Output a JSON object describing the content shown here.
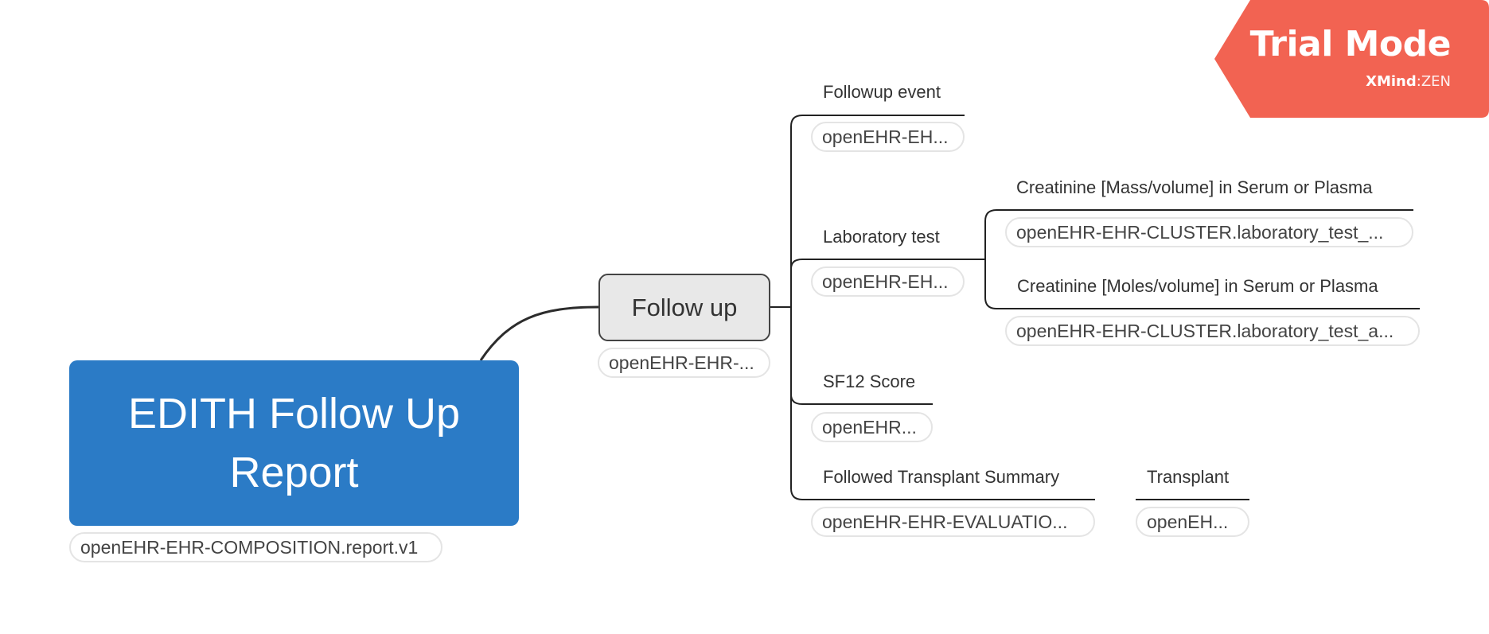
{
  "watermark": {
    "title": "Trial Mode",
    "brand_bold": "XMind",
    "brand_sep": ":",
    "brand_light": "ZEN",
    "color": "#f26352"
  },
  "root": {
    "title": "EDITH Follow Up Report",
    "tag": "openEHR-EHR-COMPOSITION.report.v1",
    "color": "#2b7bc6"
  },
  "main_topic": {
    "title": "Follow up",
    "tag": "openEHR-EHR-..."
  },
  "subtopics": [
    {
      "title": "Followup event",
      "tag": "openEHR-EH..."
    },
    {
      "title": "Laboratory test",
      "tag": "openEHR-EH..."
    },
    {
      "title": "SF12 Score",
      "tag": "openEHR..."
    },
    {
      "title": "Followed Transplant Summary",
      "tag": "openEHR-EHR-EVALUATIO..."
    }
  ],
  "lab_children": [
    {
      "title": "Creatinine [Mass/volume] in Serum or Plasma",
      "tag": "openEHR-EHR-CLUSTER.laboratory_test_..."
    },
    {
      "title": "Creatinine [Moles/volume] in Serum or Plasma",
      "tag": "openEHR-EHR-CLUSTER.laboratory_test_a..."
    }
  ],
  "transplant_child": {
    "title": "Transplant",
    "tag": "openEH..."
  }
}
